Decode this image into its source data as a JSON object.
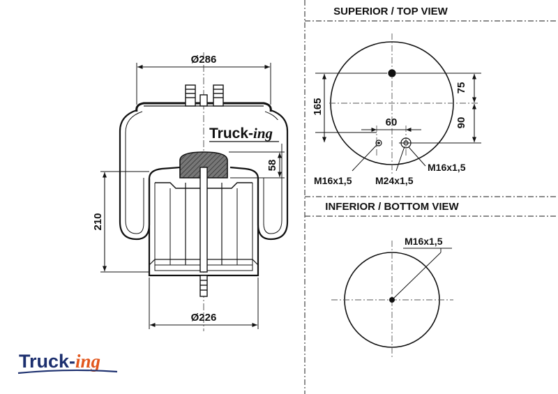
{
  "side_view": {
    "dim_top_diameter": "Ø286",
    "dim_bottom_diameter": "Ø226",
    "dim_height": "210",
    "dim_piston_offset": "58",
    "watermark_a": "Truck-",
    "watermark_b": "ing"
  },
  "top_view": {
    "header": "SUPERIOR / TOP VIEW",
    "dim_165": "165",
    "dim_75": "75",
    "dim_90": "90",
    "dim_60": "60",
    "thread_left": "M16x1,5",
    "thread_center": "M24x1,5",
    "thread_right": "M16x1,5"
  },
  "bottom_view": {
    "header": "INFERIOR / BOTTOM VIEW",
    "thread": "M16x1,5"
  },
  "logo": {
    "text_a": "Truck-",
    "text_b": "ing",
    "colors": {
      "primary": "#1c2f6e",
      "accent": "#e2571e"
    }
  }
}
